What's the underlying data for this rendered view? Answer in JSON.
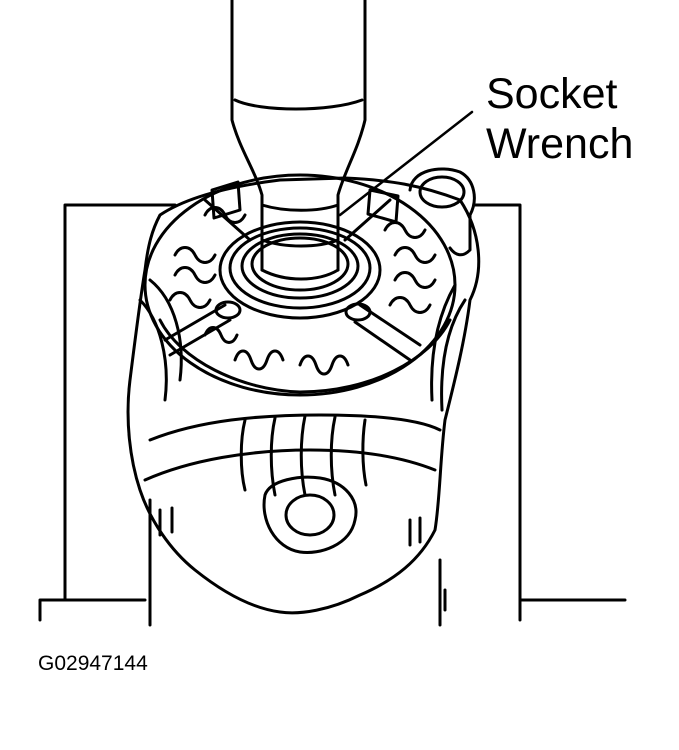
{
  "callout": {
    "line1": "Socket",
    "line2": "Wrench"
  },
  "figure_id": "G02947144",
  "colors": {
    "ink": "#000000",
    "paper": "#ffffff"
  }
}
